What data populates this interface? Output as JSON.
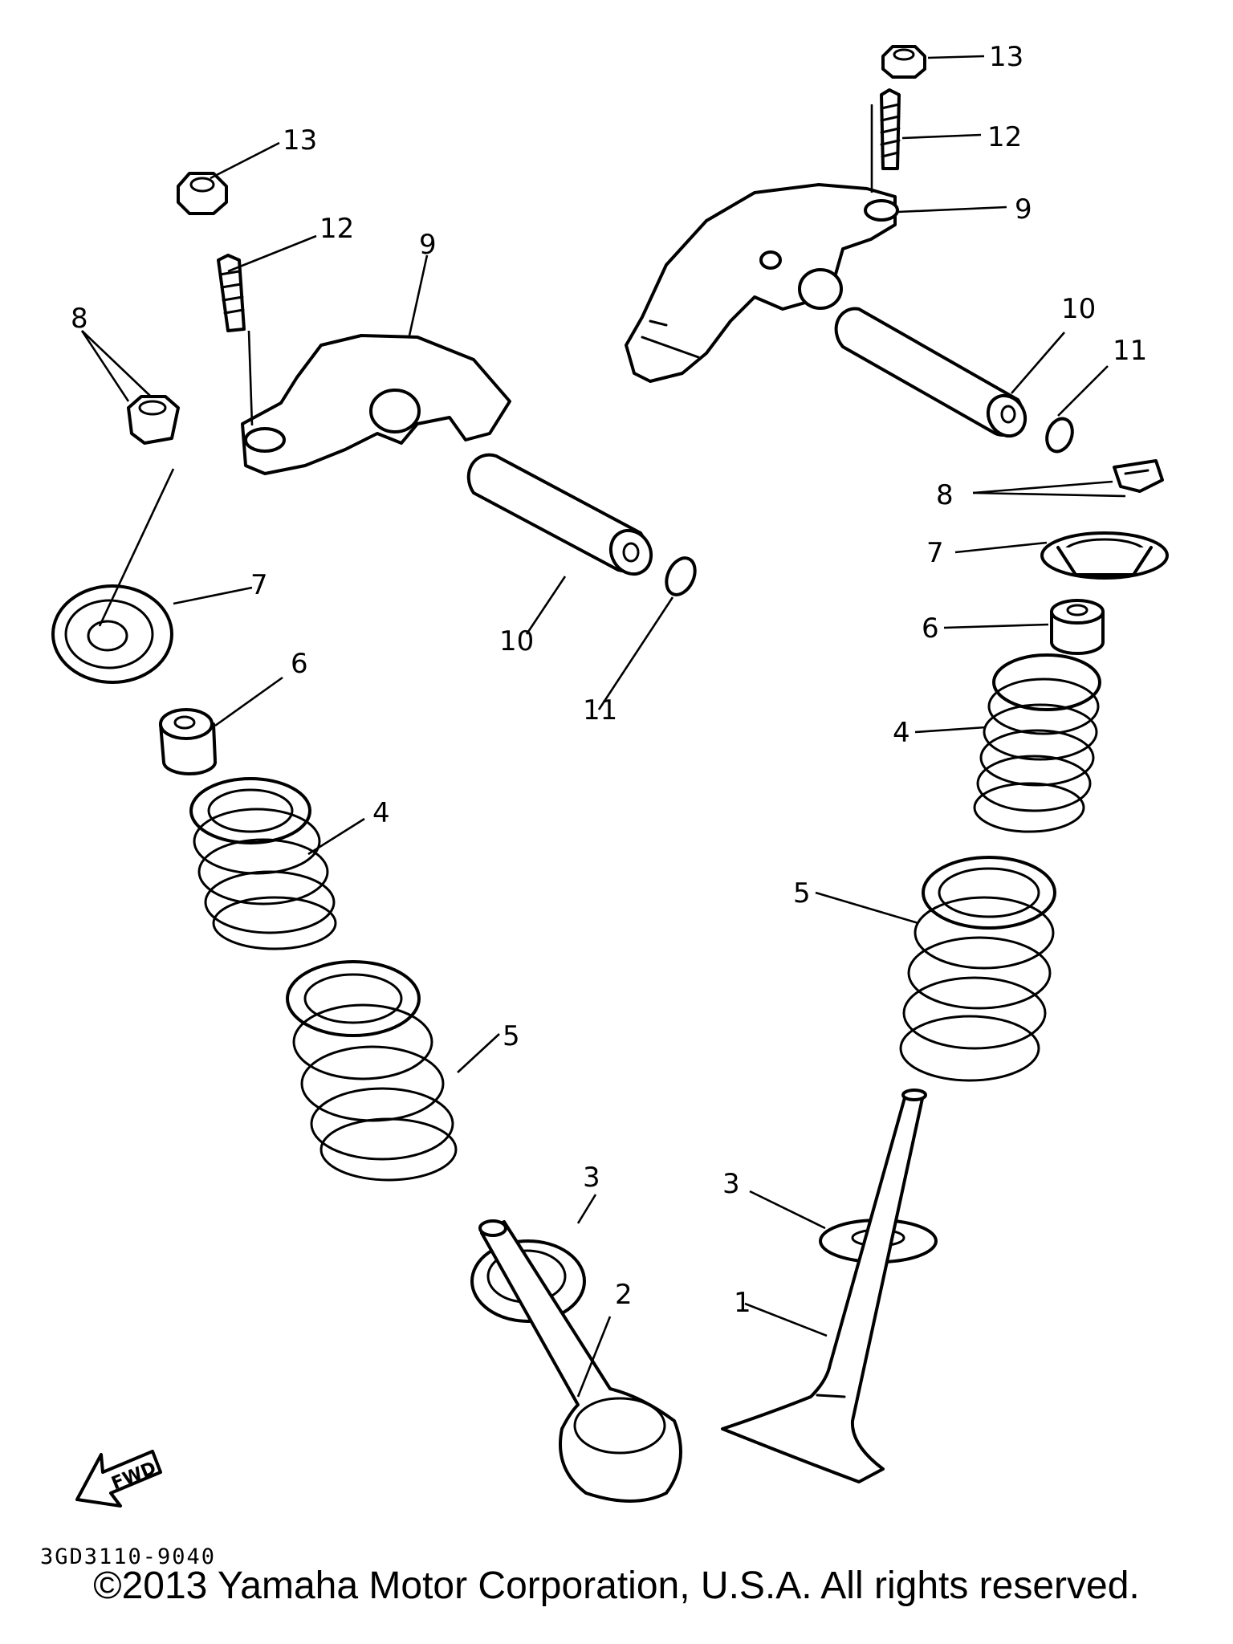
{
  "callouts": {
    "c1": "1",
    "c2": "2",
    "c3a": "3",
    "c3b": "3",
    "c4a": "4",
    "c4b": "4",
    "c5a": "5",
    "c5b": "5",
    "c6a": "6",
    "c6b": "6",
    "c7a": "7",
    "c7b": "7",
    "c8a": "8",
    "c8b": "8",
    "c9a": "9",
    "c9b": "9",
    "c10a": "10",
    "c10b": "10",
    "c11a": "11",
    "c11b": "11",
    "c12a": "12",
    "c12b": "12",
    "c13a": "13",
    "c13b": "13"
  },
  "fwd_label": "FWD",
  "diagram_code": "3GD3110-9040",
  "copyright": "©2013 Yamaha Motor Corporation, U.S.A. All rights reserved."
}
